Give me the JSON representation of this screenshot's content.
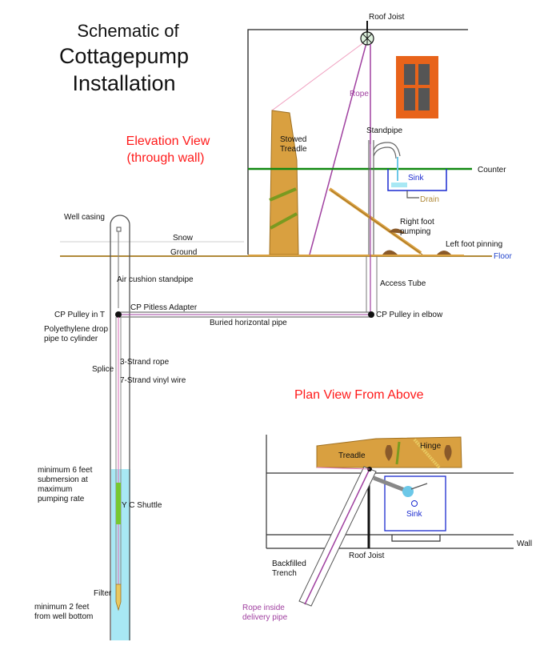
{
  "title": {
    "line1": "Schematic of",
    "line2": "Cottagepump",
    "line3": "Installation"
  },
  "elevation_heading": {
    "line1": "Elevation View",
    "line2": "(through wall)"
  },
  "plan_heading": "Plan View From Above",
  "colors": {
    "heading_red": "#ff1a1a",
    "rope_purple": "#a040a0",
    "counter_green": "#118811",
    "floor_gold": "#b08a3a",
    "floor_label_blue": "#2244cc",
    "water": "#a8e8f4",
    "wood": "#d9a040",
    "sink_blue": "#1a2ad0",
    "window": "#e8631a"
  },
  "labels": {
    "roof_joist_top": "Roof Joist",
    "rope": "Rope",
    "stowed_treadle": "Stowed\nTreadle",
    "standpipe": "Standpipe",
    "sink": "Sink",
    "drain": "Drain",
    "counter": "Counter",
    "right_foot": "Right foot\npumping",
    "left_foot": "Left foot pinning",
    "floor": "Floor",
    "well_casing": "Well casing",
    "snow": "Snow",
    "ground": "Ground",
    "air_cushion": "Air cushion standpipe",
    "access_tube": "Access Tube",
    "pulley_t": "CP Pulley in T",
    "pitless": "CP Pitless Adapter",
    "pulley_elbow": "CP Pulley in elbow",
    "buried_pipe": "Buried horizontal pipe",
    "poly_drop": "Polyethylene drop\npipe to cylinder",
    "strand3": "3-Strand rope",
    "splice": "Splice",
    "strand7": "7-Strand vinyl wire",
    "min6": "minimum 6 feet\nsubmersion at\nmaximum\npumping rate",
    "shuttle": "Y C Shuttle",
    "filter": "Filter",
    "min2": "minimum 2 feet\nfrom well bottom",
    "treadle": "Treadle",
    "hinge": "Hinge",
    "sink_plan": "Sink",
    "wall": "Wall",
    "roof_joist_plan": "Roof Joist",
    "backfilled": "Backfilled\nTrench",
    "rope_inside": "Rope inside\ndelivery pipe"
  }
}
